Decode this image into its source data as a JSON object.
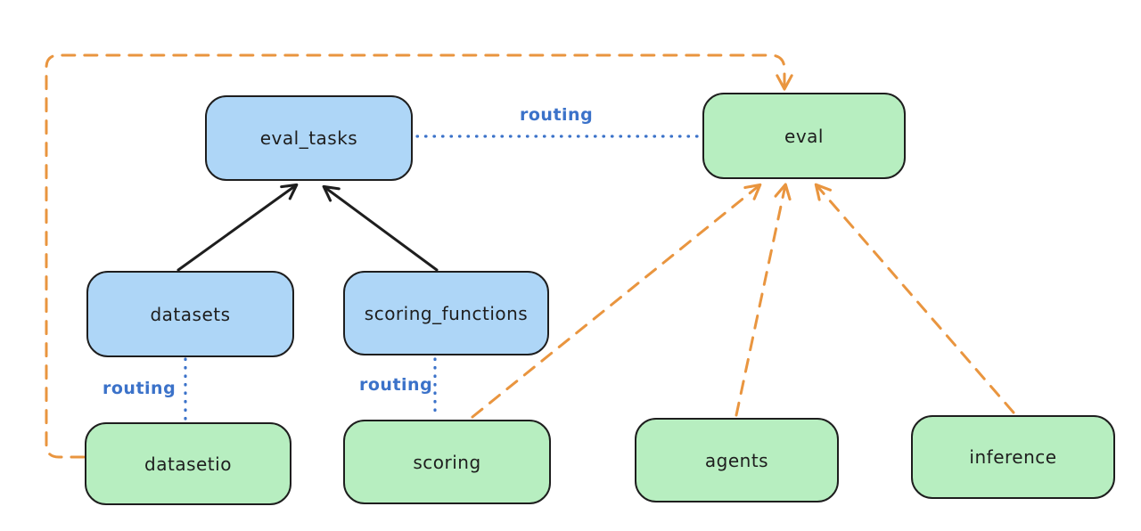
{
  "diagram": {
    "type": "architecture-routing-diagram",
    "nodes": [
      {
        "id": "eval_tasks",
        "label": "eval_tasks",
        "group": "resource",
        "fill": "#aed6f7"
      },
      {
        "id": "eval",
        "label": "eval",
        "group": "api",
        "fill": "#b7eec0"
      },
      {
        "id": "datasets",
        "label": "datasets",
        "group": "resource",
        "fill": "#aed6f7"
      },
      {
        "id": "scoring_functions",
        "label": "scoring_functions",
        "group": "resource",
        "fill": "#aed6f7"
      },
      {
        "id": "datasetio",
        "label": "datasetio",
        "group": "api",
        "fill": "#b7eec0"
      },
      {
        "id": "scoring",
        "label": "scoring",
        "group": "api",
        "fill": "#b7eec0"
      },
      {
        "id": "agents",
        "label": "agents",
        "group": "api",
        "fill": "#b7eec0"
      },
      {
        "id": "inference",
        "label": "inference",
        "group": "api",
        "fill": "#b7eec0"
      }
    ],
    "edges": [
      {
        "from": "datasets",
        "to": "eval_tasks",
        "style": "solid",
        "color": "#1e1e1e",
        "arrow": true,
        "label": ""
      },
      {
        "from": "scoring_functions",
        "to": "eval_tasks",
        "style": "solid",
        "color": "#1e1e1e",
        "arrow": true,
        "label": ""
      },
      {
        "from": "eval_tasks",
        "to": "eval",
        "style": "dotted",
        "color": "#3b72c9",
        "arrow": false,
        "label": "routing"
      },
      {
        "from": "datasets",
        "to": "datasetio",
        "style": "dotted",
        "color": "#3b72c9",
        "arrow": false,
        "label": "routing"
      },
      {
        "from": "scoring_functions",
        "to": "scoring",
        "style": "dotted",
        "color": "#3b72c9",
        "arrow": false,
        "label": "routing"
      },
      {
        "from": "scoring",
        "to": "eval",
        "style": "dashed",
        "color": "#e9953f",
        "arrow": true,
        "label": ""
      },
      {
        "from": "agents",
        "to": "eval",
        "style": "dashed",
        "color": "#e9953f",
        "arrow": true,
        "label": ""
      },
      {
        "from": "inference",
        "to": "eval",
        "style": "dashed",
        "color": "#e9953f",
        "arrow": true,
        "label": ""
      },
      {
        "from": "datasetio",
        "to": "eval",
        "style": "dashed",
        "color": "#e9953f",
        "arrow": true,
        "label": ""
      }
    ],
    "colors": {
      "background": "#ffffff",
      "node_blue_fill": "#aed6f7",
      "node_green_fill": "#b7eec0",
      "node_stroke": "#1e1e1e",
      "routing_blue": "#3b72c9",
      "provider_orange": "#e9953f",
      "arrow_black": "#1e1e1e"
    }
  }
}
